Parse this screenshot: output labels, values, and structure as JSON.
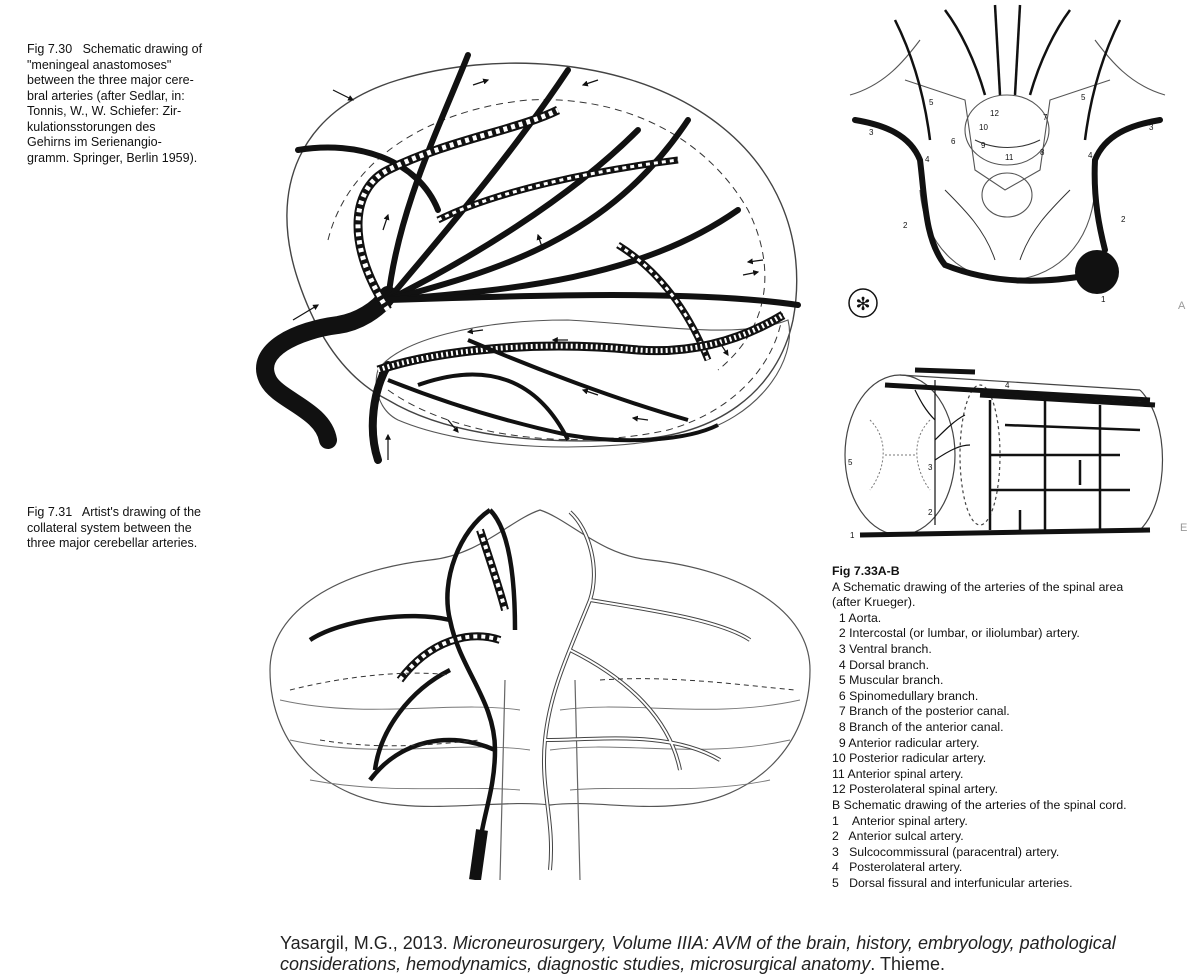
{
  "fig_7_30": {
    "caption_lines": [
      "Fig 7.30   Schematic drawing of",
      "\"meningeal anastomoses\"",
      "between the three major cere-",
      "bral arteries (after Sedlar, in:",
      "Tonnis, W., W. Schiefer: Zir-",
      "kulationsstorungen des",
      "Gehirns im Serienangio-",
      "gramm. Springer, Berlin 1959)."
    ]
  },
  "fig_7_31": {
    "caption_lines": [
      "Fig 7.31   Artist's drawing of the",
      "collateral system between the",
      "three major cerebellar arteries."
    ]
  },
  "fig_7_33": {
    "heading": "Fig 7.33A-B",
    "lines": [
      "A Schematic drawing of the arteries of the spinal area",
      "(after Krueger).",
      "  1 Aorta.",
      "  2 Intercostal (or lumbar, or iliolumbar) artery.",
      "  3 Ventral branch.",
      "  4 Dorsal branch.",
      "  5 Muscular branch.",
      "  6 Spinomedullary branch.",
      "  7 Branch of the posterior canal.",
      "  8 Branch of the anterior canal.",
      "  9 Anterior radicular artery.",
      "10 Posterior radicular artery.",
      "11 Anterior spinal artery.",
      "12 Posterolateral spinal artery.",
      "B Schematic drawing of the arteries of the spinal cord.",
      "1    Anterior spinal artery.",
      "2   Anterior sulcal artery.",
      "3   Sulcocommissural (paracentral) artery.",
      "4   Posterolateral artery.",
      "5   Dorsal fissural and interfunicular arteries."
    ],
    "diagram_a_labels": {
      "aorta": "1",
      "intercostal": "2",
      "ventral": "3",
      "dorsal": "4",
      "muscular": "5",
      "spinomedullary": "6",
      "posterior_canal": "7",
      "anterior_canal": "8",
      "anterior_radicular": "9",
      "posterior_radicular": "10",
      "anterior_spinal": "11",
      "posterolateral": "12"
    },
    "diagram_b_labels": {
      "anterior_spinal": "1",
      "anterior_sulcal": "2",
      "sulcocommissural": "3",
      "posterolateral": "4",
      "dorsal_fissural": "5"
    },
    "star_symbol": "✻",
    "side_letter_a": "A",
    "side_letter_b": "E"
  },
  "citation": {
    "prefix": "Yasargil, M.G., 2013. ",
    "title": "Microneurosurgery, Volume IIIA: AVM of the brain, history, embryology, pathological considerations, hemodynamics, diagnostic studies, microsurgical anatomy",
    "suffix": ". Thieme."
  }
}
